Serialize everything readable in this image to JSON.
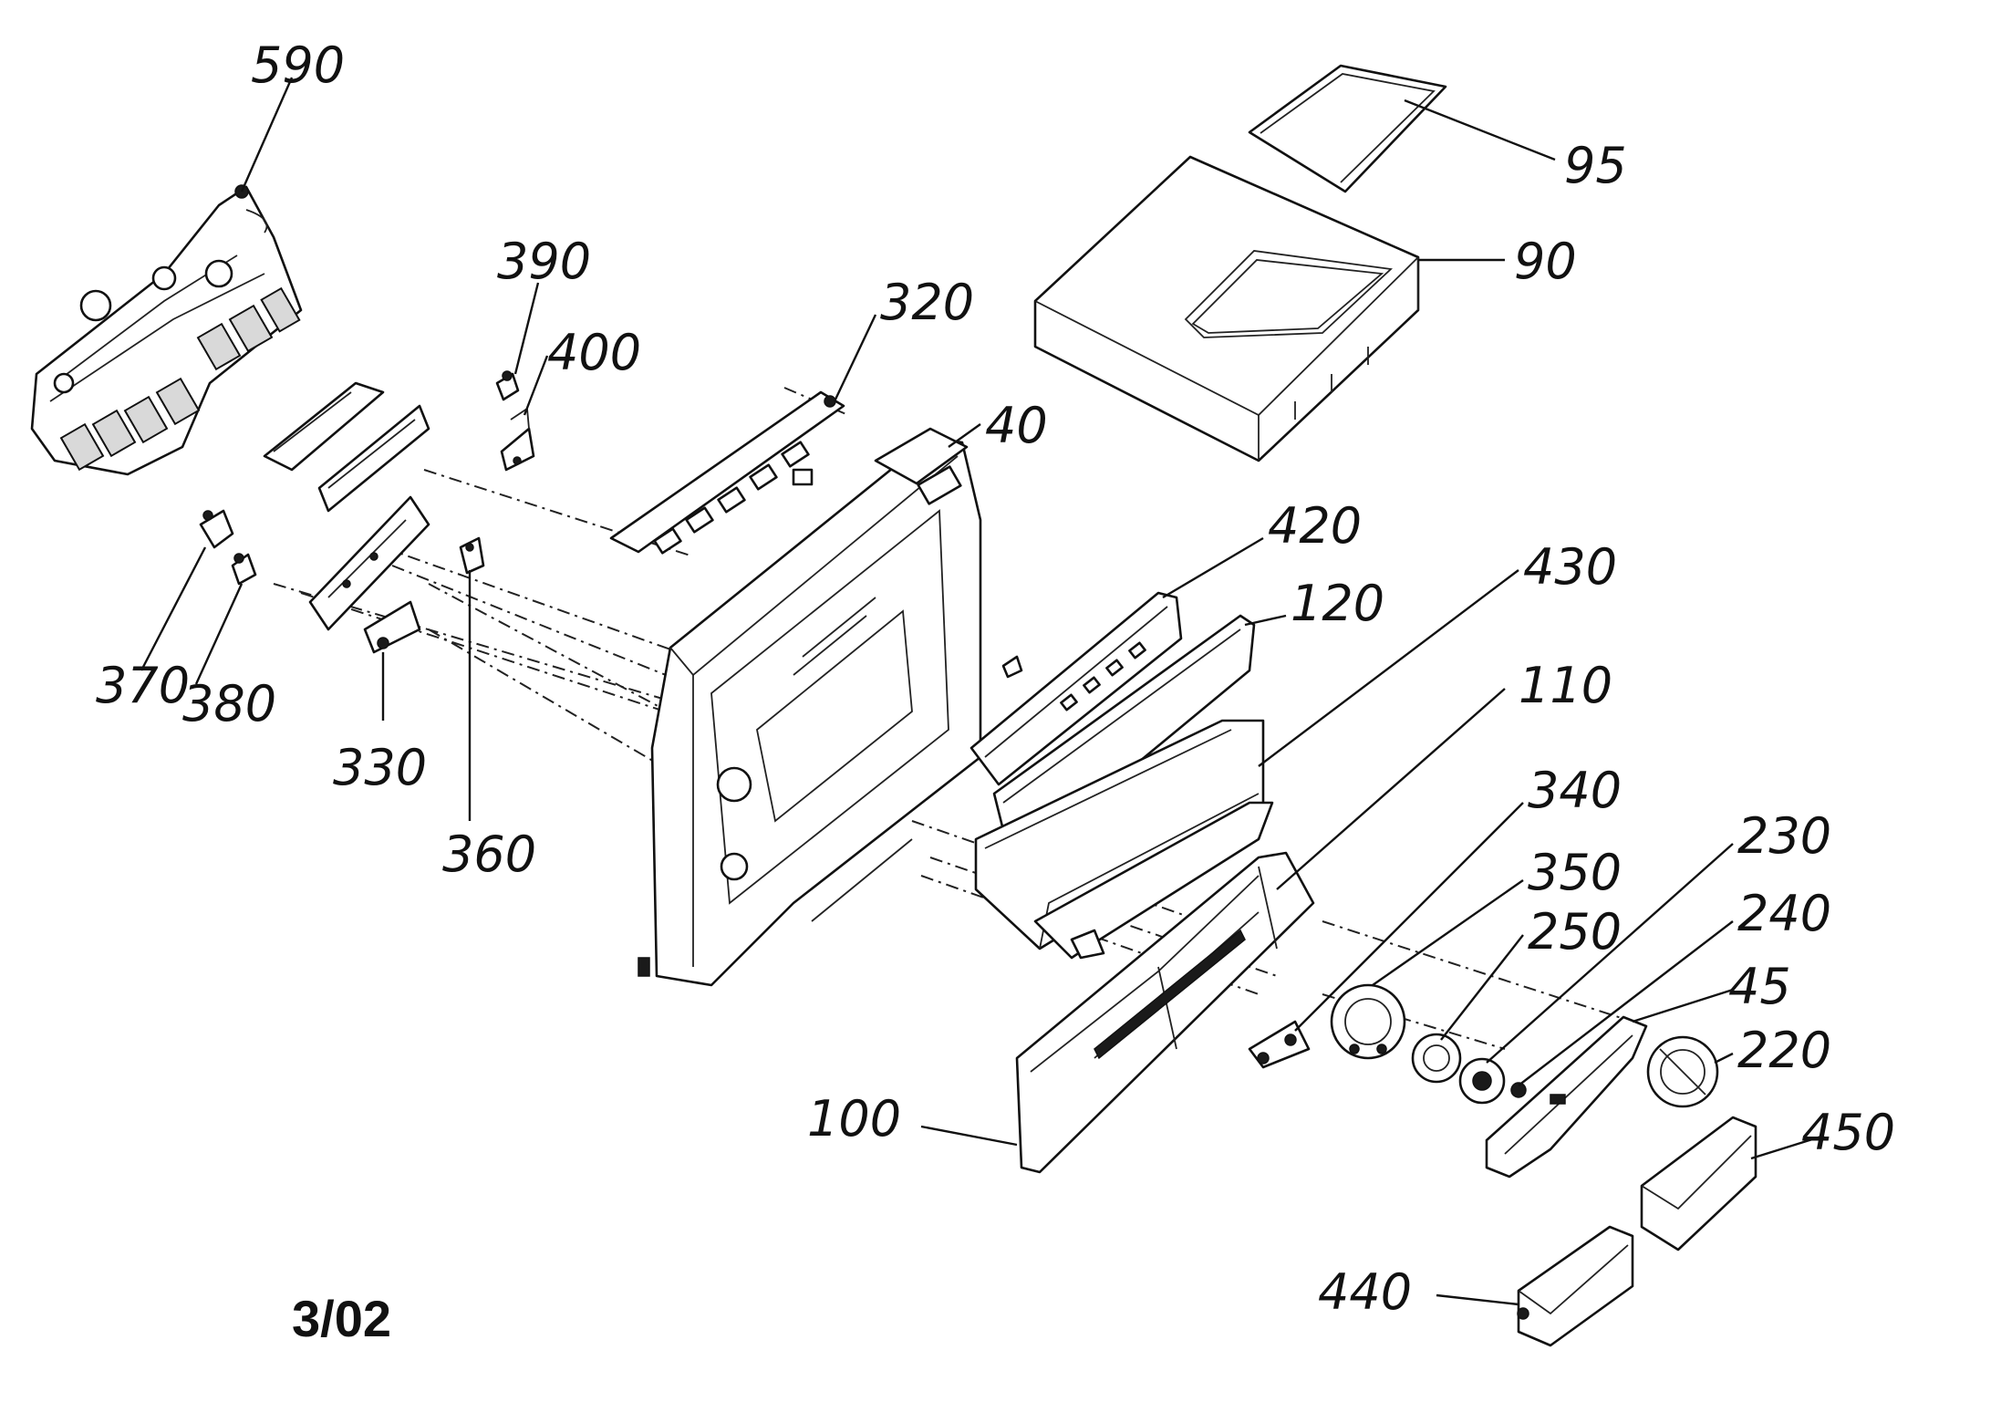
{
  "sheet": {
    "label": "3/02"
  },
  "parts": [
    {
      "id": "p590",
      "number": "590"
    },
    {
      "id": "p95",
      "number": "95"
    },
    {
      "id": "p90",
      "number": "90"
    },
    {
      "id": "p390",
      "number": "390"
    },
    {
      "id": "p400",
      "number": "400"
    },
    {
      "id": "p320",
      "number": "320"
    },
    {
      "id": "p40",
      "number": "40"
    },
    {
      "id": "p420",
      "number": "420"
    },
    {
      "id": "p430",
      "number": "430"
    },
    {
      "id": "p120",
      "number": "120"
    },
    {
      "id": "p110",
      "number": "110"
    },
    {
      "id": "p370",
      "number": "370"
    },
    {
      "id": "p380",
      "number": "380"
    },
    {
      "id": "p330",
      "number": "330"
    },
    {
      "id": "p360",
      "number": "360"
    },
    {
      "id": "p340",
      "number": "340"
    },
    {
      "id": "p350",
      "number": "350"
    },
    {
      "id": "p250",
      "number": "250"
    },
    {
      "id": "p230",
      "number": "230"
    },
    {
      "id": "p240",
      "number": "240"
    },
    {
      "id": "p45",
      "number": "45"
    },
    {
      "id": "p220",
      "number": "220"
    },
    {
      "id": "p100",
      "number": "100"
    },
    {
      "id": "p450",
      "number": "450"
    },
    {
      "id": "p440",
      "number": "440"
    }
  ]
}
